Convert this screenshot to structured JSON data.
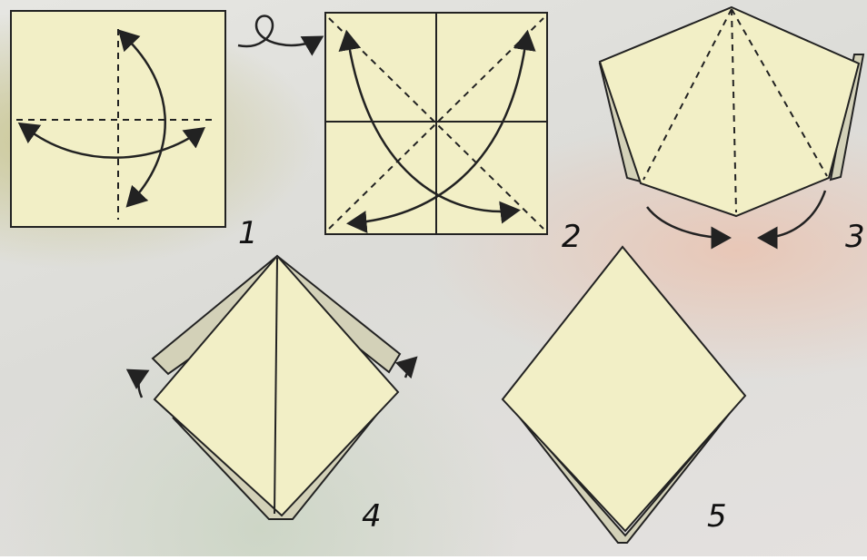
{
  "steps": [
    {
      "number": "1"
    },
    {
      "number": "2"
    },
    {
      "number": "3"
    },
    {
      "number": "4"
    },
    {
      "number": "5"
    }
  ],
  "colors": {
    "paper": "#f2efc6",
    "paper_back": "#d3d1b8",
    "ink": "#222222"
  }
}
